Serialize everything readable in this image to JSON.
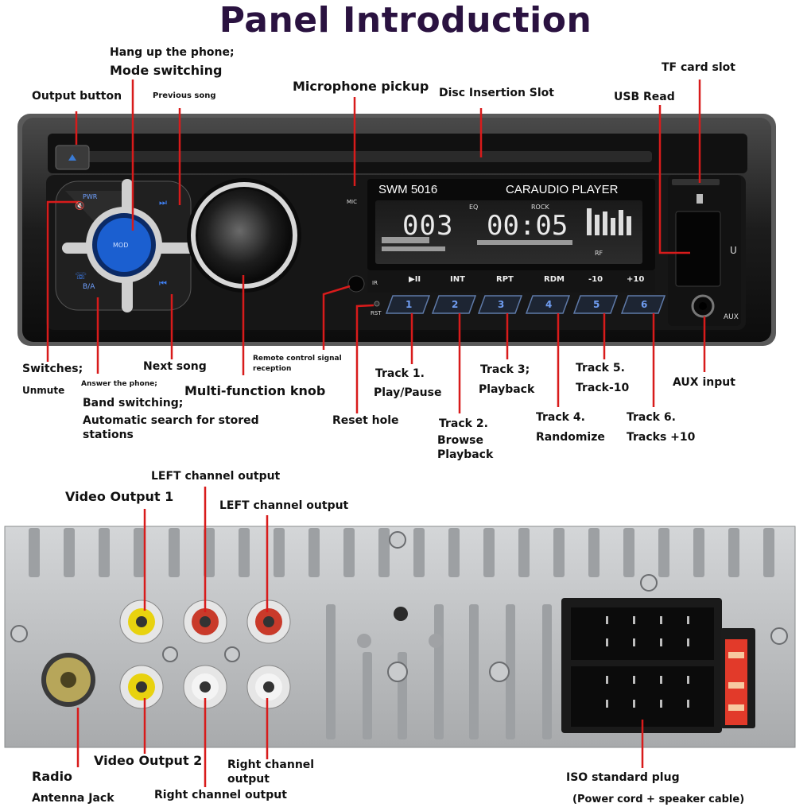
{
  "title": "Panel Introduction",
  "front_labels": {
    "hang_up": "Hang up the phone;",
    "mode_switching": "Mode switching",
    "previous_song": "Previous song",
    "output_button": "Output button",
    "microphone_pickup": "Microphone pickup",
    "disc_slot": "Disc Insertion Slot",
    "tf_card_slot": "TF card slot",
    "usb_read": "USB Read",
    "switches": "Switches;",
    "unmute": "Unmute",
    "answer_phone": "Answer the phone;",
    "band_switching": "Band switching;",
    "auto_search_1": "Automatic search for stored",
    "auto_search_2": "stations",
    "next_song": "Next song",
    "multi_knob": "Multi-function knob",
    "remote_signal_1": "Remote control signal",
    "remote_signal_2": "reception",
    "reset_hole": "Reset hole",
    "track1_a": "Track 1.",
    "track1_b": "Play/Pause",
    "track2_a": "Track 2.",
    "track2_b": "Browse",
    "track2_c": "Playback",
    "track3_a": "Track 3;",
    "track3_b": "Playback",
    "track4_a": "Track 4.",
    "track4_b": "Randomize",
    "track5_a": "Track 5.",
    "track5_b": "Track-10",
    "track6_a": "Track 6.",
    "track6_b": "Tracks +10",
    "aux_input": "AUX input"
  },
  "device": {
    "model": "SWM 5016",
    "brand": "CARAUDIO PLAYER",
    "display_left": "003",
    "display_right": "00:05",
    "eq": "EQ",
    "rock": "ROCK",
    "rf": "RF",
    "mic": "MIC",
    "ir": "IR",
    "rst": "RST",
    "aux": "AUX",
    "u": "U",
    "pwr": "PWR",
    "mod": "MOD",
    "ba": "B/A",
    "func_labels": [
      "▶II",
      "INT",
      "RPT",
      "RDM",
      "-10",
      "+10"
    ],
    "preset_numbers": [
      "1",
      "2",
      "3",
      "4",
      "5",
      "6"
    ]
  },
  "rear_labels": {
    "left_channel_top": "LEFT channel output",
    "video_output_1": "Video Output 1",
    "left_channel_2": "LEFT channel output",
    "radio": "Radio",
    "antenna_jack": "Antenna Jack",
    "video_output_2": "Video Output 2",
    "right_channel_a": "Right channel",
    "right_channel_b": "output",
    "right_channel_output": "Right channel output",
    "iso_plug": "ISO standard plug",
    "iso_plug_desc": "(Power cord + speaker cable)"
  },
  "colors": {
    "pointer": "#d81b1b",
    "title": "#2a1240",
    "button_blue": "#1b5fd0",
    "panel": "#1a1a1a",
    "rear_metal": "#b8babd"
  }
}
